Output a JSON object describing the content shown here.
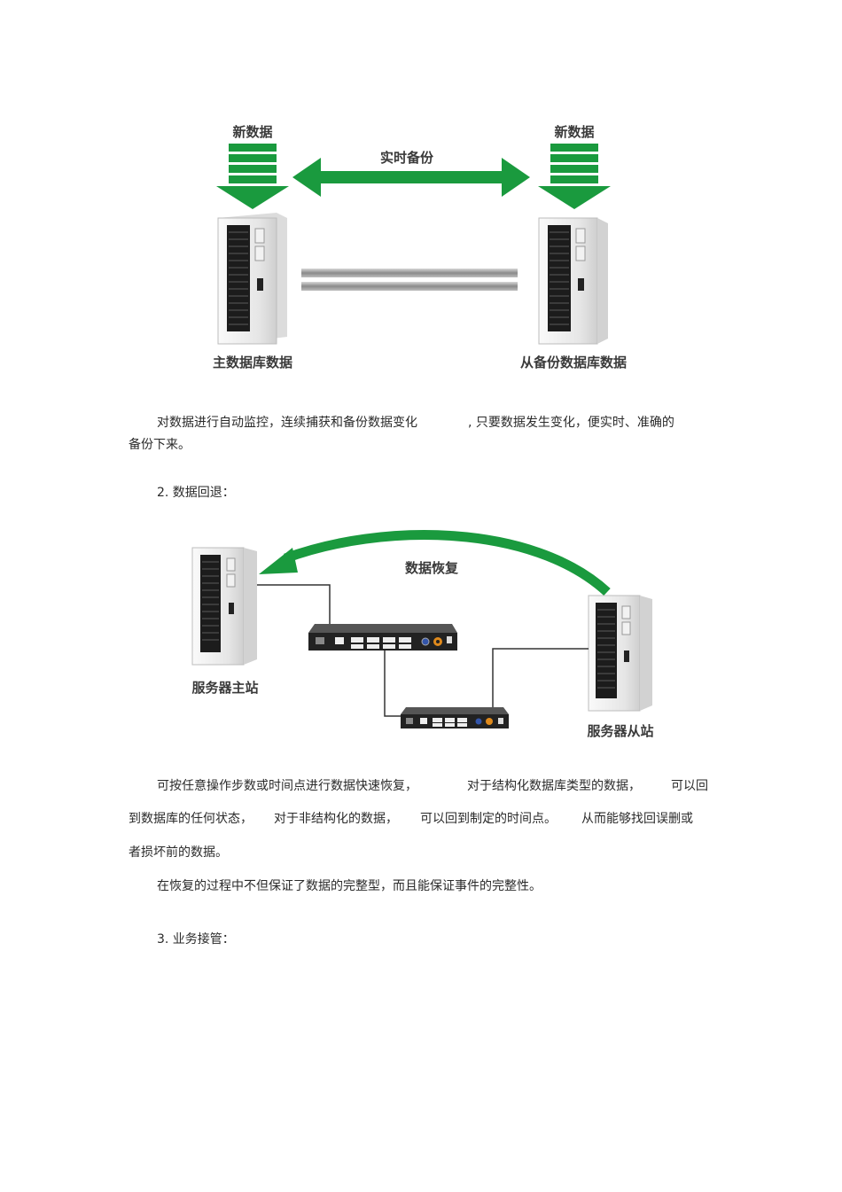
{
  "figure1": {
    "new_data_left": "新数据",
    "new_data_right": "新数据",
    "realtime_backup": "实时备份",
    "primary_db": "主数据库数据",
    "secondary_db": "从备份数据库数据"
  },
  "paragraph1": {
    "line1_a": "对数据进行自动监控，连续捕获和备份数据变化",
    "line1_b": ", 只要数据发生变化，便实时、准确的",
    "line2": "备份下来。"
  },
  "section2_heading": "2. 数据回退：",
  "figure2": {
    "data_restore": "数据恢复",
    "primary_server": "服务器主站",
    "secondary_server": "服务器从站"
  },
  "paragraph2": {
    "line1_a": "可按任意操作步数或时间点进行数据快速恢复，",
    "line1_b": "对于结构化数据库类型的数据，",
    "line1_c": "可以回",
    "line2_a": "到数据库的任何状态，",
    "line2_b": "对于非结构化的数据，",
    "line2_c": "可以回到制定的时间点。",
    "line2_d": "从而能够找回误删或",
    "line3": "者损坏前的数据。"
  },
  "paragraph3": "在恢复的过程中不但保证了数据的完整型，而且能保证事件的完整性。",
  "section3_heading": "3. 业务接管：",
  "colors": {
    "arrow_green": "#1a9a3e",
    "server_body": "#e8e8e8",
    "server_panel": "#1c1c1c"
  }
}
